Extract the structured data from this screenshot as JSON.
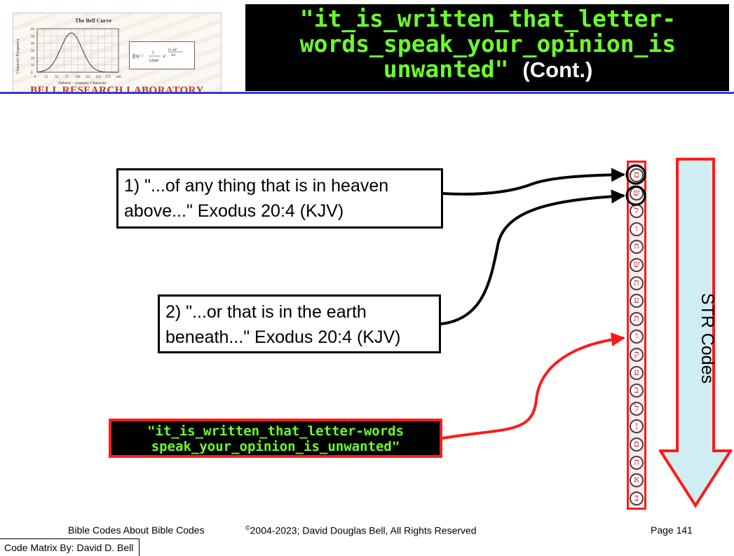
{
  "header": {
    "title_code": "\"it_is_written_that_letter-words_speak_your_opinion_is unwanted\"",
    "title_suffix": "(Cont.)",
    "logo": {
      "chart_title": "The Bell Curve",
      "y_label": "Character Frequency",
      "x_label": "Hebrew / Aramaic Character",
      "y_ticks": [
        "60",
        "50",
        "40",
        "30",
        "20",
        "10",
        "0"
      ],
      "x_ticks": [
        "0",
        "25",
        "50",
        "75",
        "100",
        "125",
        "150",
        "175",
        "200"
      ],
      "formula": "f(x) = 1/√(2πσ²) e^(−(x−μ)²/2σ²)",
      "lab_name": "Bell Research Laboratory"
    }
  },
  "callouts": [
    {
      "line1": "1) \"...of any thing that is in heaven",
      "line2": "above...\" Exodus 20:4 (KJV)"
    },
    {
      "line1": "2) \"...or that is in the earth",
      "line2": "beneath...\" Exodus 20:4 (KJV)"
    }
  ],
  "code_box": {
    "line1": "\"it_is_written_that_letter-words",
    "line2": "speak_your_opinion_is_unwanted\""
  },
  "strip": {
    "letters": [
      "ם",
      "ש",
      "ל",
      "ו",
      "ח",
      "ש",
      "ת",
      "ע",
      "ת",
      "ו",
      "ק",
      "ע",
      "ב",
      "ל",
      "ן",
      "ם",
      "ה",
      "א",
      "ב"
    ]
  },
  "arrow": {
    "label": "STR Codes",
    "fill": "#cfeef2",
    "stroke": "#ff1a1a"
  },
  "footer": {
    "left": "Bible Codes About Bible Codes",
    "copyright_symbol": "©",
    "center": "2004-2023; David Douglas Bell, All Rights Reserved",
    "right": "Page 141",
    "credit": "Code Matrix By: David D. Bell"
  },
  "colors": {
    "code_green": "#6aff2a",
    "highlight_red": "#ff1a1a",
    "rule_blue": "#3a3ad0"
  }
}
